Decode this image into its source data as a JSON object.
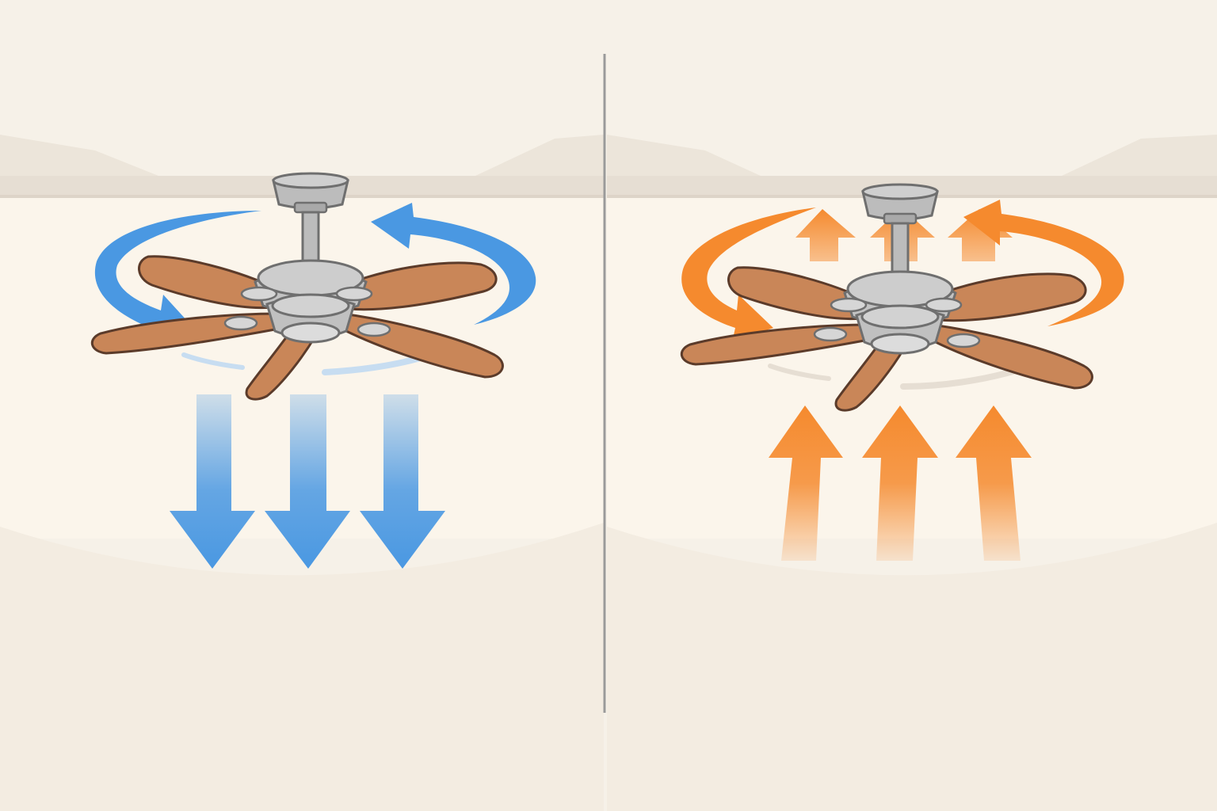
{
  "colors": {
    "background": "#f6f1e8",
    "ceiling": "#ede6dc",
    "ceiling_trim": "#e2dad0",
    "wall": "#fbf5eb",
    "floor": "#f3ece1",
    "divider": "#9a9a9a",
    "blade": "#c98658",
    "blade_outline": "#5b3b2a",
    "metal": "#bcbcbc",
    "metal_dark": "#8e8e8e",
    "cool_arrow": "#4a98e2",
    "warm_arrow": "#f58a2e"
  },
  "panels": [
    {
      "id": "summer",
      "rotation_icon": "counter-clockwise-rotation-arrows",
      "airflow_icon": "down-arrows",
      "airflow_direction": "down",
      "arrow_color": "#4a98e2"
    },
    {
      "id": "winter",
      "rotation_icon": "clockwise-rotation-arrows",
      "airflow_icon": "up-arrows",
      "airflow_direction": "up",
      "arrow_color": "#f58a2e"
    }
  ]
}
